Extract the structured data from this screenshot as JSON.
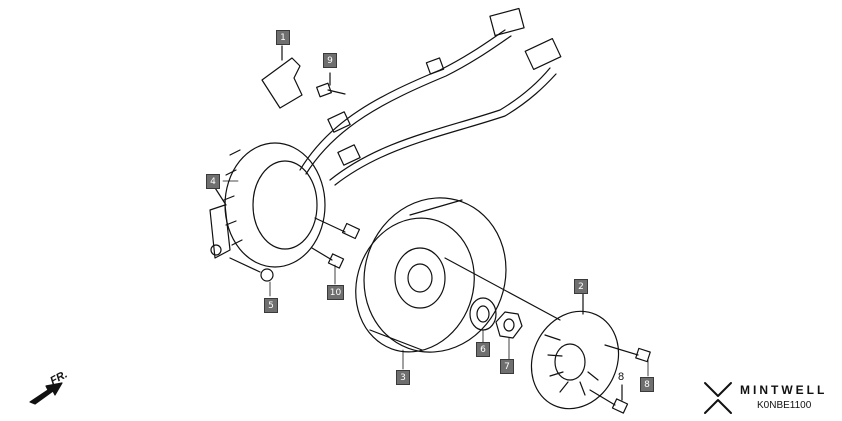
{
  "callouts": {
    "c1": "1",
    "c2": "2",
    "c3": "3",
    "c4": "4",
    "c5": "5",
    "c6": "6",
    "c7": "7",
    "c8": "8",
    "c9": "9",
    "c10": "10"
  },
  "plain_callout": "8",
  "direction_label": "FR.",
  "brand": {
    "name": "MINTWELL",
    "code": "K0NBE1100"
  },
  "colors": {
    "line": "#111111",
    "tag_bg": "#6f6f6f",
    "tag_text": "#ffffff"
  }
}
